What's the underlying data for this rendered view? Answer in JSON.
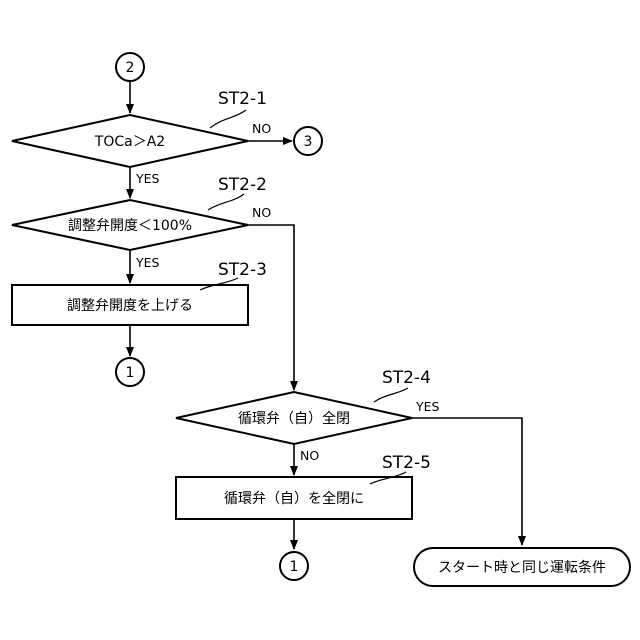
{
  "connectors": {
    "entry": "2",
    "to_three": "3",
    "exit_left": "1",
    "exit_right": "1"
  },
  "steps": {
    "st2_1": {
      "id": "ST2-1",
      "text": "TOCa＞A2",
      "yes": "YES",
      "no": "NO"
    },
    "st2_2": {
      "id": "ST2-2",
      "text": "調整弁開度＜100%",
      "yes": "YES",
      "no": "NO"
    },
    "st2_3": {
      "id": "ST2-3",
      "text": "調整弁開度を上げる"
    },
    "st2_4": {
      "id": "ST2-4",
      "text": "循環弁（自）全閉",
      "yes": "YES",
      "no": "NO"
    },
    "st2_5": {
      "id": "ST2-5",
      "text": "循環弁（自）を全閉に"
    }
  },
  "terminal": {
    "text": "スタート時と同じ運転条件"
  }
}
